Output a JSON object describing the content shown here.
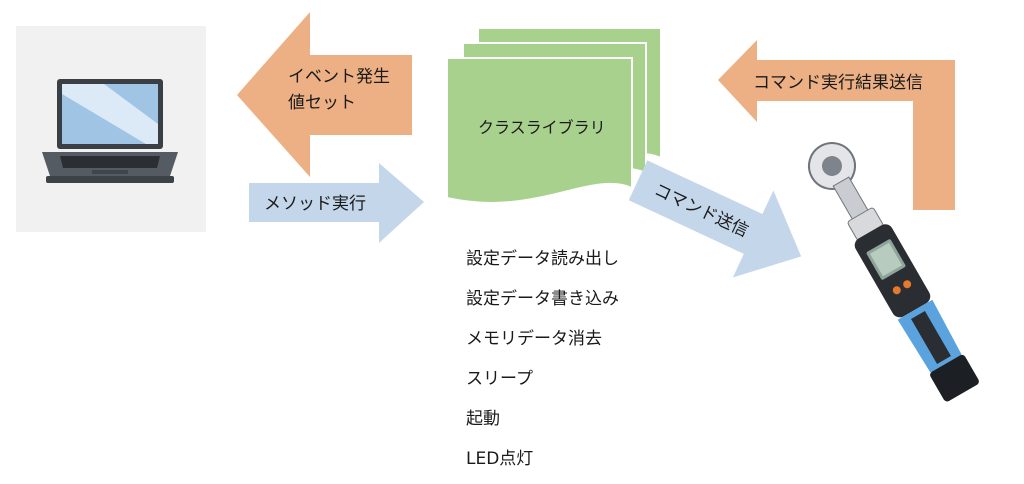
{
  "nodes": {
    "pc": {
      "icon": "laptop-icon"
    },
    "library": {
      "label": "クラスライブラリ"
    },
    "device": {
      "icon": "torque-wrench-icon"
    }
  },
  "arrows": {
    "event": {
      "line1": "イベント発生",
      "line2": "値セット"
    },
    "method": {
      "label": "メソッド実行"
    },
    "command": {
      "label": "コマンド送信"
    },
    "result": {
      "label": "コマンド実行結果送信"
    }
  },
  "functions": [
    "設定データ読み出し",
    "設定データ書き込み",
    "メモリデータ消去",
    "スリープ",
    "起動",
    "LED点灯"
  ],
  "colors": {
    "pc_box": "#f1f1f1",
    "event_arrow": "#ecb084",
    "method_arrow": "#c3d6ea",
    "command_arrow": "#c3d6ea",
    "result_arrow": "#ecb084",
    "library_doc": "#a9d18e",
    "wrench_grip": "#5aa3df"
  }
}
